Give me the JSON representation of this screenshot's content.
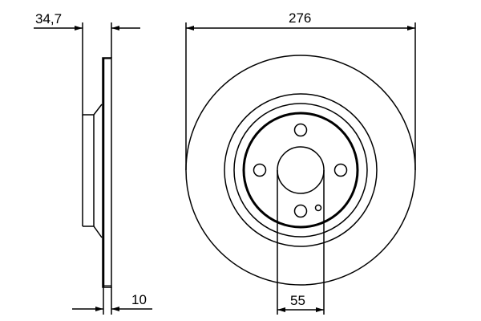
{
  "drawing": {
    "title": "Brake disc technical drawing",
    "line_color": "#000000",
    "background": "#ffffff"
  },
  "dimensions": {
    "overall_height": {
      "label": "34,7",
      "value": 34.7
    },
    "disc_thickness": {
      "label": "10",
      "value": 10
    },
    "outer_diameter": {
      "label": "276",
      "value": 276
    },
    "center_bore": {
      "label": "55",
      "value": 55
    }
  },
  "features": {
    "bolt_holes": 4,
    "locating_holes": 1
  }
}
